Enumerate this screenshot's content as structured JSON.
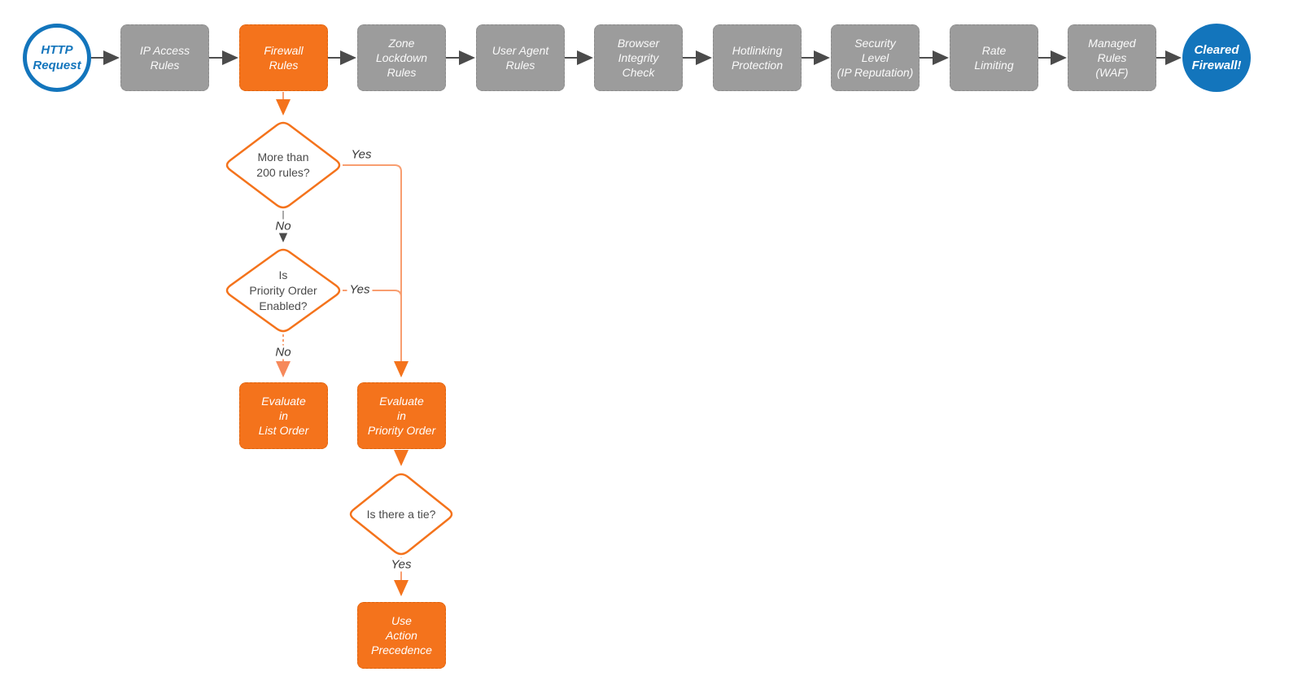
{
  "title": "HTTP request firewall evaluation flowchart",
  "colors": {
    "stage_gray": "#9C9C9C",
    "accent_orange": "#F4731C",
    "connector_light_orange": "#F89E70",
    "endpoint_blue": "#1375BC",
    "connector_gray": "#4F4F4F",
    "text_dark": "#4A4A4A"
  },
  "flow": {
    "start": "HTTP\nRequest",
    "stages": [
      "IP Access\nRules",
      "Firewall\nRules",
      "Zone\nLockdown\nRules",
      "User Agent\nRules",
      "Browser\nIntegrity\nCheck",
      "Hotlinking\nProtection",
      "Security\nLevel\n(IP Reputation)",
      "Rate\nLimiting",
      "Managed\nRules\n(WAF)"
    ],
    "end": "Cleared\nFirewall!",
    "decisions": {
      "rules_count": "More than\n200 rules?",
      "priority_enabled": "Is\nPriority Order\nEnabled?",
      "tie": "Is there a tie?"
    },
    "outcomes": {
      "list_order": "Evaluate\nin\nList Order",
      "priority_order": "Evaluate\nin\nPriority Order",
      "action_precedence": "Use\nAction\nPrecedence"
    },
    "edge_labels": {
      "d1_yes": "Yes",
      "d1_no": "No",
      "d2_yes": "Yes",
      "d2_no": "No",
      "d3_yes": "Yes"
    }
  }
}
